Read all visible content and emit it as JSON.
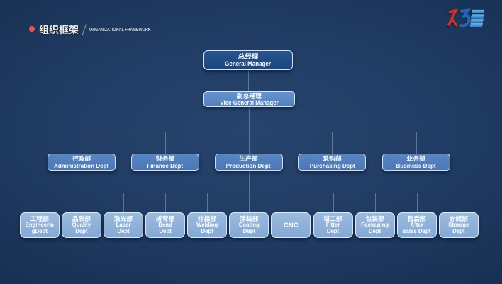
{
  "slide": {
    "title_zh": "组织框架",
    "title_en": "ORGANIZATIONAL FRAMEWORK"
  },
  "logo": {
    "description": "company logomark",
    "colors": {
      "red": "#d62f28",
      "blue": "#2763b3",
      "light_blue": "#3e96d8"
    }
  },
  "colors": {
    "background": "#1e3a61",
    "accent_dot": "#e0584a",
    "box_level1": "#22508a",
    "box_level2": "#5c8ac8",
    "box_level3": "#5080bf",
    "box_level4": "#8db1dc",
    "connector": "#9eacc0",
    "text": "#ffffff"
  },
  "org_chart": {
    "level1": {
      "zh": "总经理",
      "en": "General Manager"
    },
    "level2": {
      "zh": "副总经理",
      "en": "Vice General Manager"
    },
    "level3": [
      {
        "zh": "行政部",
        "en": "Administration Dept"
      },
      {
        "zh": "财务部",
        "en": "Finance Dept"
      },
      {
        "zh": "生产部",
        "en": "Production Dept"
      },
      {
        "zh": "采购部",
        "en": "Purchasing Dept"
      },
      {
        "zh": "业务部",
        "en": "Business Dept"
      }
    ],
    "level4": [
      {
        "zh": "工程部",
        "en": "Engineerin\ngDept"
      },
      {
        "zh": "品质部",
        "en": "Quality\nDept"
      },
      {
        "zh": "激光部",
        "en": "Laser\nDept"
      },
      {
        "zh": "折弯部",
        "en": "Bend\nDept"
      },
      {
        "zh": "焊接部",
        "en": "Welding\nDept"
      },
      {
        "zh": "涂装部",
        "en": "Coating\nDept"
      },
      {
        "zh": "CNC",
        "en": ""
      },
      {
        "zh": "钳工部",
        "en": "Fitter\nDept"
      },
      {
        "zh": "包装部",
        "en": "Packaging\nDept"
      },
      {
        "zh": "售后部",
        "en": "After\nsales Dept"
      },
      {
        "zh": "仓储部",
        "en": "Storage\nDept"
      }
    ]
  }
}
